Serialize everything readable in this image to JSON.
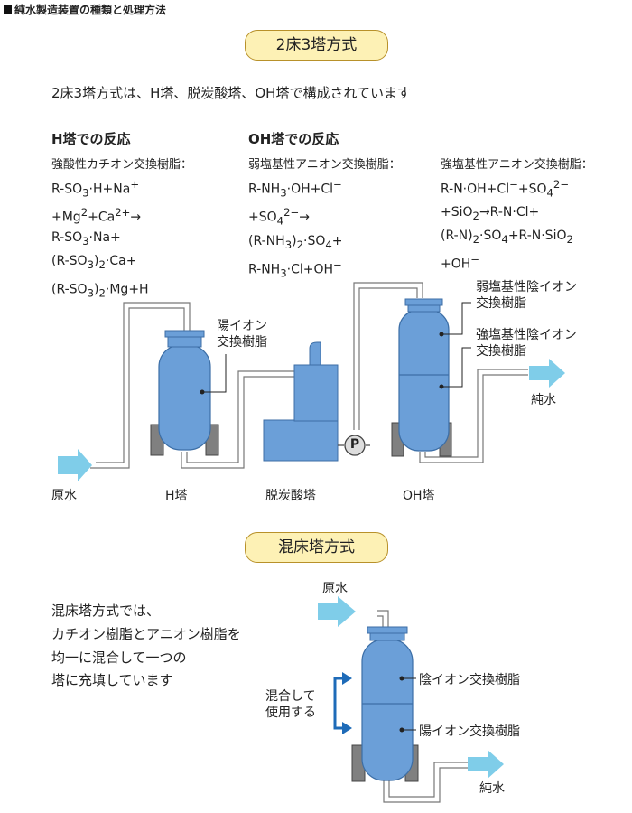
{
  "header": "純水製造装置の種類と処理方法",
  "section1": {
    "pill": "2床3塔方式",
    "intro": "2床3塔方式は、H塔、脱炭酸塔、OH塔で構成されています",
    "h_title": "H塔での反応",
    "h_resin": "強酸性カチオン交換樹脂：",
    "oh_title": "OH塔での反応",
    "oh_resin1": "弱塩基性アニオン交換樹脂：",
    "oh_resin2": "強塩基性アニオン交換樹脂：",
    "labels": {
      "cation_resin_1": "陽イオン",
      "cation_resin_2": "交換樹脂",
      "weak_anion_1": "弱塩基性陰イオン",
      "weak_anion_2": "交換樹脂",
      "strong_anion_1": "強塩基性陰イオン",
      "strong_anion_2": "交換樹脂",
      "pure_water": "純水",
      "raw_water": "原水",
      "h_tower": "H塔",
      "decarb_tower": "脱炭酸塔",
      "oh_tower": "OH塔",
      "pump": "P"
    }
  },
  "section2": {
    "pill": "混床塔方式",
    "desc1": "混床塔方式では、",
    "desc2": "カチオン樹脂とアニオン樹脂を",
    "desc3": "均一に混合して一つの",
    "desc4": "塔に充填しています",
    "raw_water": "原水",
    "mixed_1": "混合して",
    "mixed_2": "使用する",
    "anion_resin": "陰イオン交換樹脂",
    "cation_resin": "陽イオン交換樹脂",
    "pure_water": "純水"
  },
  "colors": {
    "tank": "#6b9fd8",
    "tank_stroke": "#3c6ea6",
    "arrow": "#7fcde9",
    "leg": "#808080",
    "pill_bg": "#fdf1b5",
    "pill_border": "#b8912a",
    "bracket": "#1e6bb8"
  }
}
